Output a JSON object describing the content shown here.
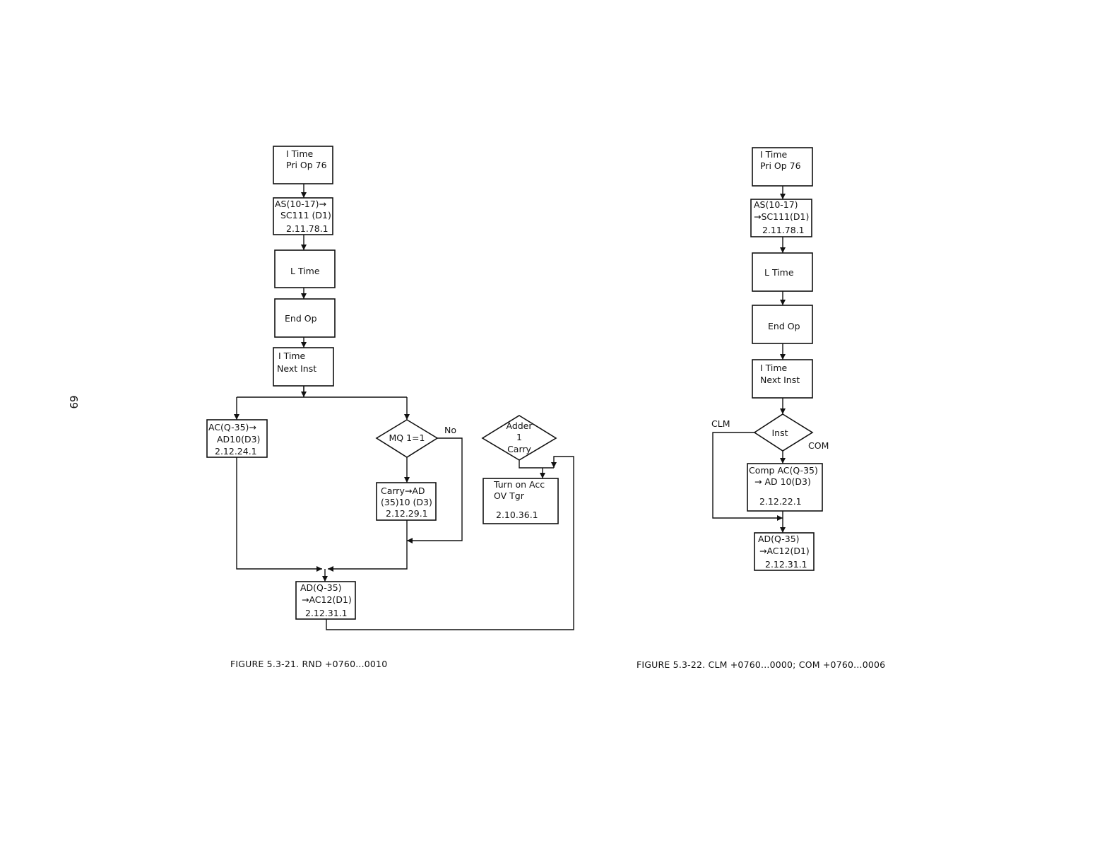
{
  "page_number": "69",
  "figure_21": {
    "caption": "FIGURE 5.3-21.  RND +0760...0010",
    "i_time_pri_op": [
      "I Time",
      "Pri Op 76"
    ],
    "as_sc": [
      "AS(10-17)→",
      "SC111 (D1)",
      "2.11.78.1"
    ],
    "l_time": [
      "L Time"
    ],
    "end_op": [
      "End Op"
    ],
    "i_time_next_inst": [
      "I Time",
      "Next Inst"
    ],
    "ac_ad": [
      "AC(Q-35)→",
      "AD10(D3)",
      "2.12.24.1"
    ],
    "mq_decision": [
      "MQ 1=1"
    ],
    "no_label": "No",
    "carry_ad": [
      "Carry→AD",
      "(35)10 (D3)",
      "2.12.29.1"
    ],
    "adder_decision": [
      "Adder",
      "1",
      "Carry"
    ],
    "turn_on_acc": [
      "Turn on Acc",
      "OV Tgr",
      "2.10.36.1"
    ],
    "ad_ac": [
      "AD(Q-35)",
      "→AC12(D1)",
      "2.12.31.1"
    ]
  },
  "figure_22": {
    "caption": "FIGURE 5.3-22.  CLM +0760...0000; COM +0760...0006",
    "i_time_pri_op": [
      "I Time",
      "Pri Op 76"
    ],
    "as_sc": [
      "AS(10-17)",
      "→SC111(D1)",
      "2.11.78.1"
    ],
    "l_time": [
      "L Time"
    ],
    "end_op": [
      "End Op"
    ],
    "i_time_next_inst": [
      "I Time",
      "Next Inst"
    ],
    "inst_decision": [
      "Inst"
    ],
    "clm_label": "CLM",
    "com_label": "COM",
    "comp_ac": [
      "Comp AC(Q-35)",
      "→ AD 10(D3)",
      "2.12.22.1"
    ],
    "ad_ac": [
      "AD(Q-35)",
      "→AC12(D1)",
      "2.12.31.1"
    ]
  }
}
